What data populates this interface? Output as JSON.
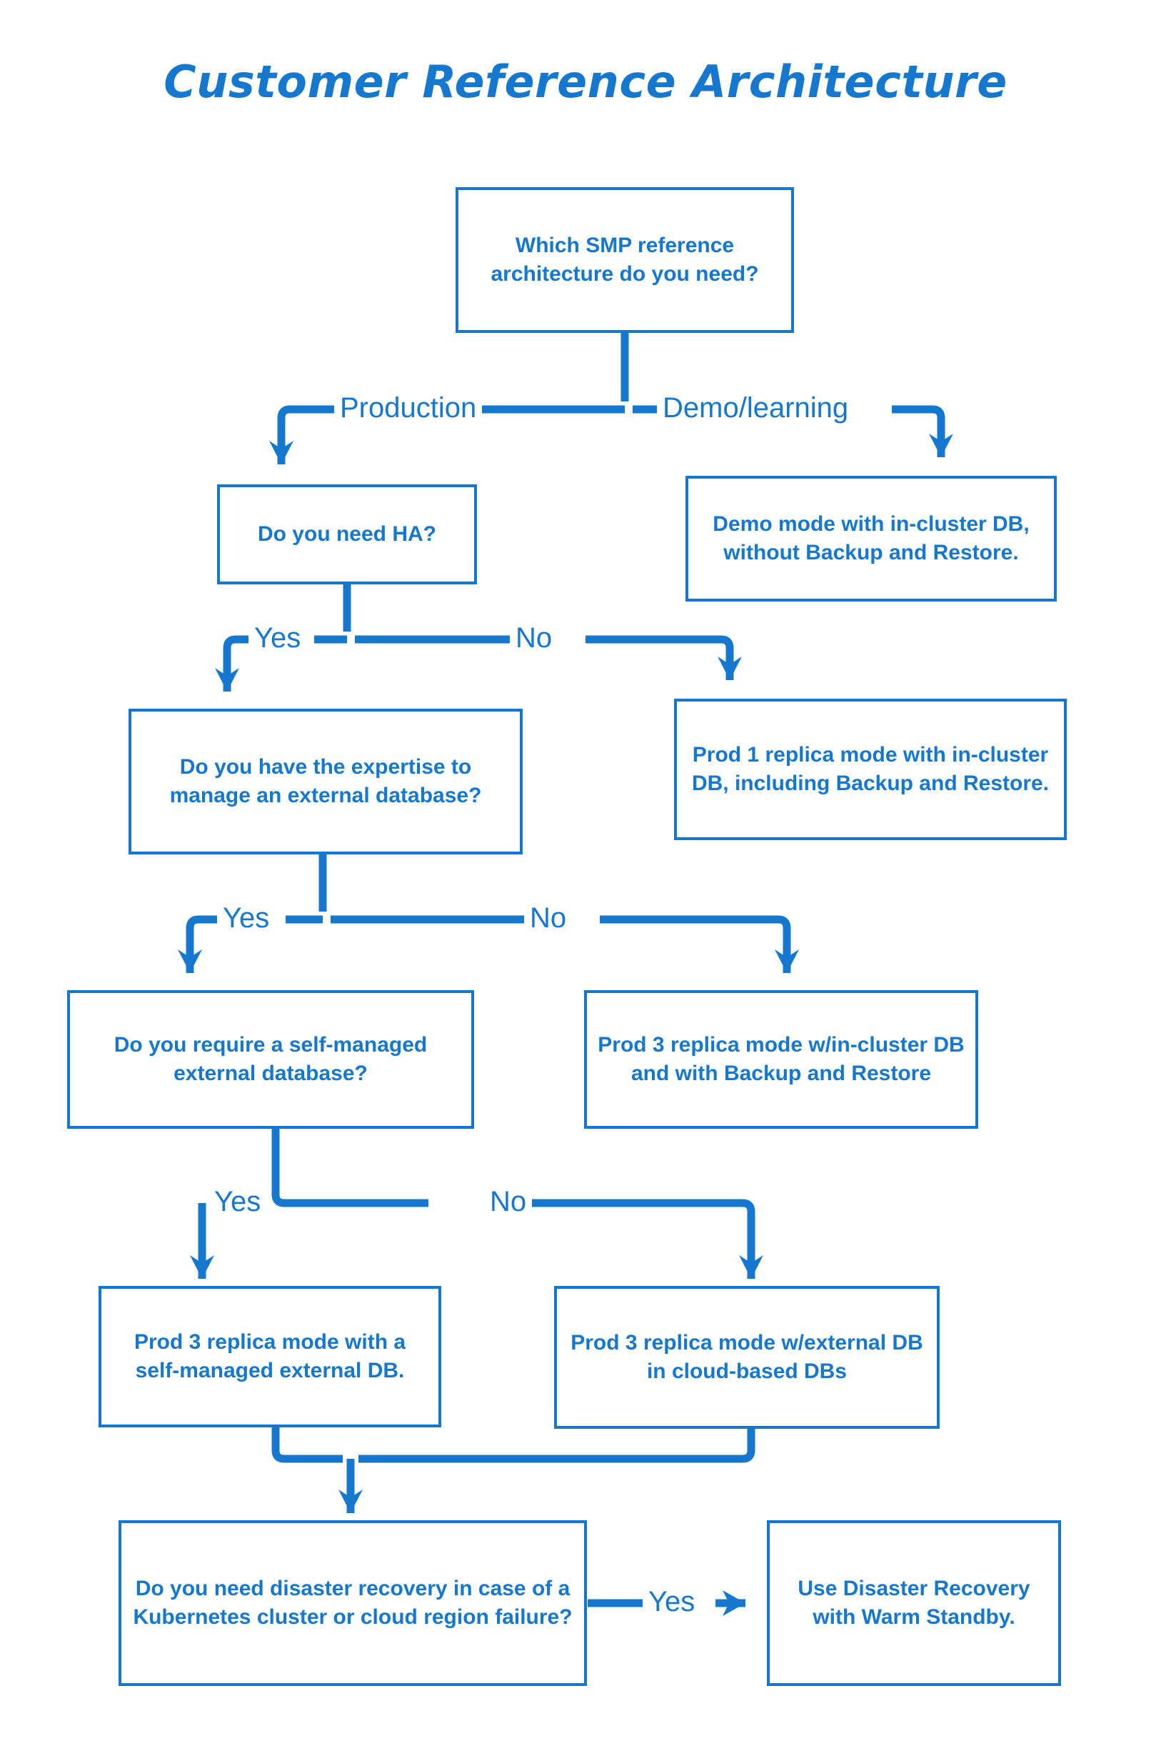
{
  "page": {
    "title": "Customer Reference Architecture",
    "accent_color": "#1578CE",
    "background_color": "#FFFFFF",
    "diagram_type": "decision-flowchart"
  },
  "nodes": {
    "start": {
      "id": "start",
      "kind": "decision",
      "text": "Which SMP reference architecture do you need?"
    },
    "demo_mode": {
      "id": "demo_mode",
      "kind": "outcome",
      "text": "Demo mode with in-cluster DB, without Backup and Restore."
    },
    "need_ha": {
      "id": "need_ha",
      "kind": "decision",
      "text": "Do you need HA?"
    },
    "prod1": {
      "id": "prod1",
      "kind": "outcome",
      "text": "Prod 1 replica mode with in-cluster DB, including Backup and Restore."
    },
    "expertise": {
      "id": "expertise",
      "kind": "decision",
      "text": "Do you have the expertise to manage an external database?"
    },
    "prod3_incluster": {
      "id": "prod3_incluster",
      "kind": "outcome",
      "text": "Prod 3 replica mode w/in-cluster DB and with Backup and Restore"
    },
    "self_managed": {
      "id": "self_managed",
      "kind": "decision",
      "text": "Do you require a self-managed external database?"
    },
    "prod3_self": {
      "id": "prod3_self",
      "kind": "outcome",
      "text": "Prod 3 replica mode with a self-managed external DB."
    },
    "prod3_cloud": {
      "id": "prod3_cloud",
      "kind": "outcome",
      "text": "Prod 3 replica mode w/external DB in cloud-based DBs"
    },
    "disaster_recovery": {
      "id": "disaster_recovery",
      "kind": "decision",
      "text": "Do you need disaster recovery in case of a Kubernetes cluster or cloud region failure?"
    },
    "warm_standby": {
      "id": "warm_standby",
      "kind": "outcome",
      "text": "Use Disaster Recovery with Warm Standby."
    }
  },
  "edge_labels": {
    "production": "Production",
    "demo_learning": "Demo/learning",
    "ha_yes": "Yes",
    "ha_no": "No",
    "expertise_yes": "Yes",
    "expertise_no": "No",
    "self_managed_yes": "Yes",
    "self_managed_no": "No",
    "dr_yes": "Yes"
  }
}
